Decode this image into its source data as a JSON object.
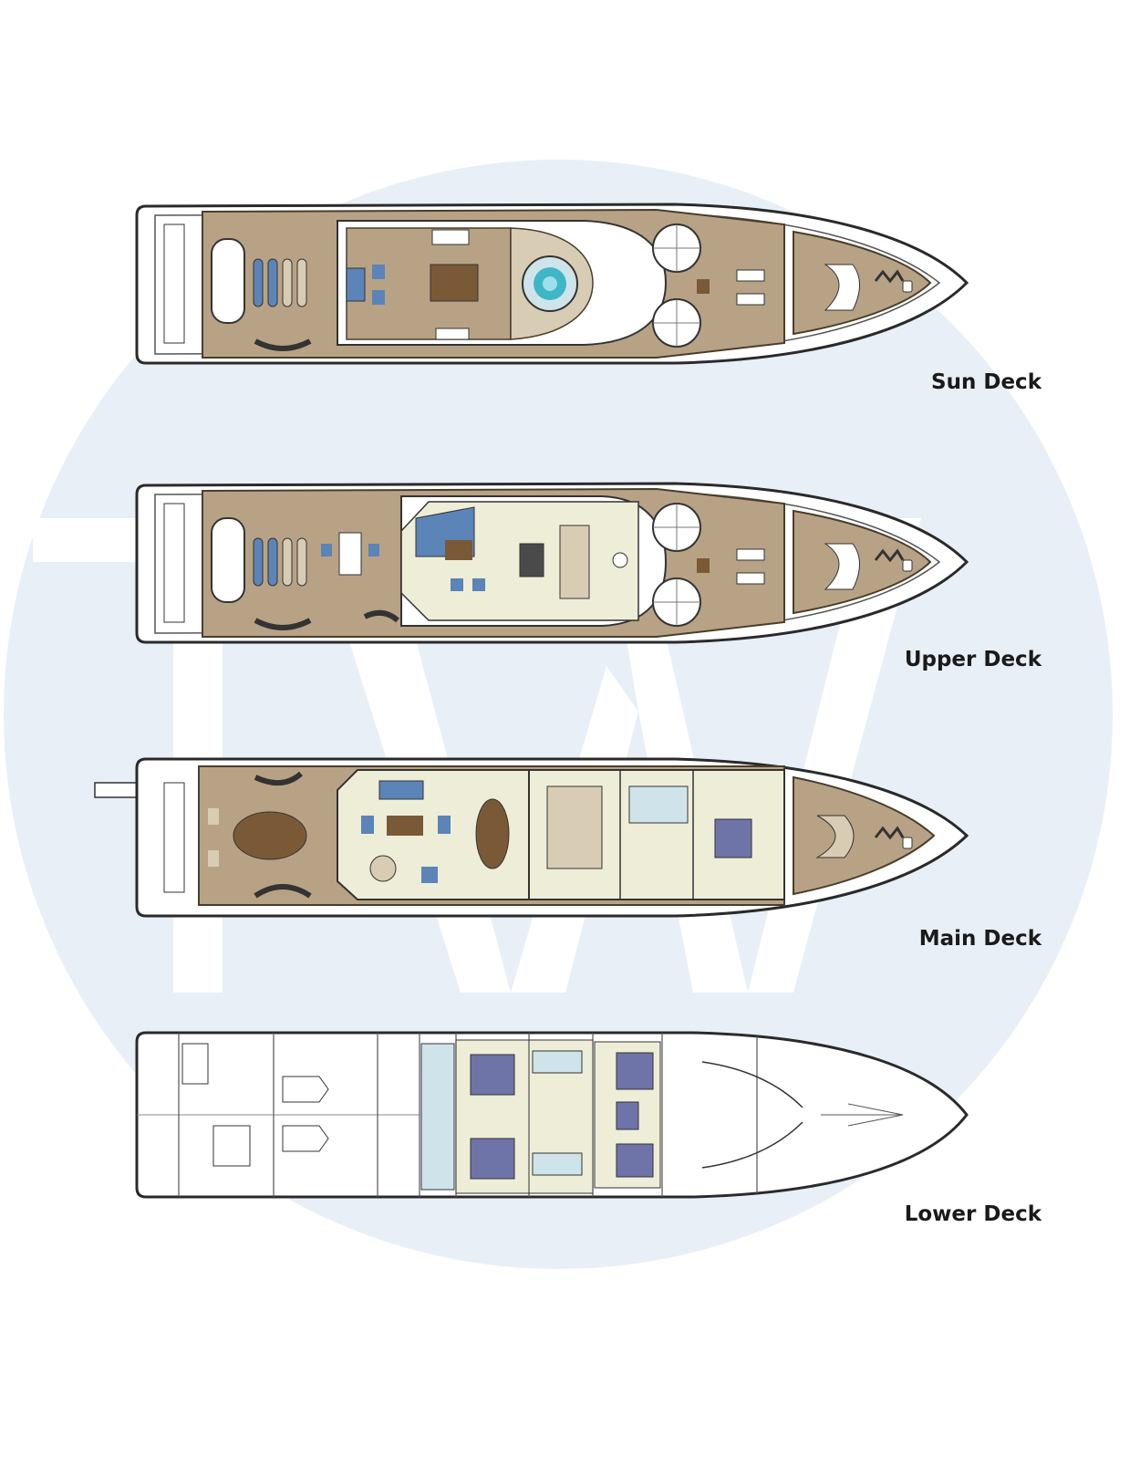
{
  "decks": [
    {
      "label": "Sun Deck"
    },
    {
      "label": "Upper Deck"
    },
    {
      "label": "Main Deck"
    },
    {
      "label": "Lower Deck"
    }
  ],
  "colors": {
    "watermark": "#e9eff6",
    "hull_outline": "#2a2a2a",
    "teak": "#b8a285",
    "interior": "#eeedd8",
    "jacuzzi": "#3fb6c6",
    "upholstery": "#5b84b8",
    "cabin_blue": "#cfe4ea",
    "bed": "#6e73a8"
  },
  "watermark_icon": "tw-logo-watermark"
}
